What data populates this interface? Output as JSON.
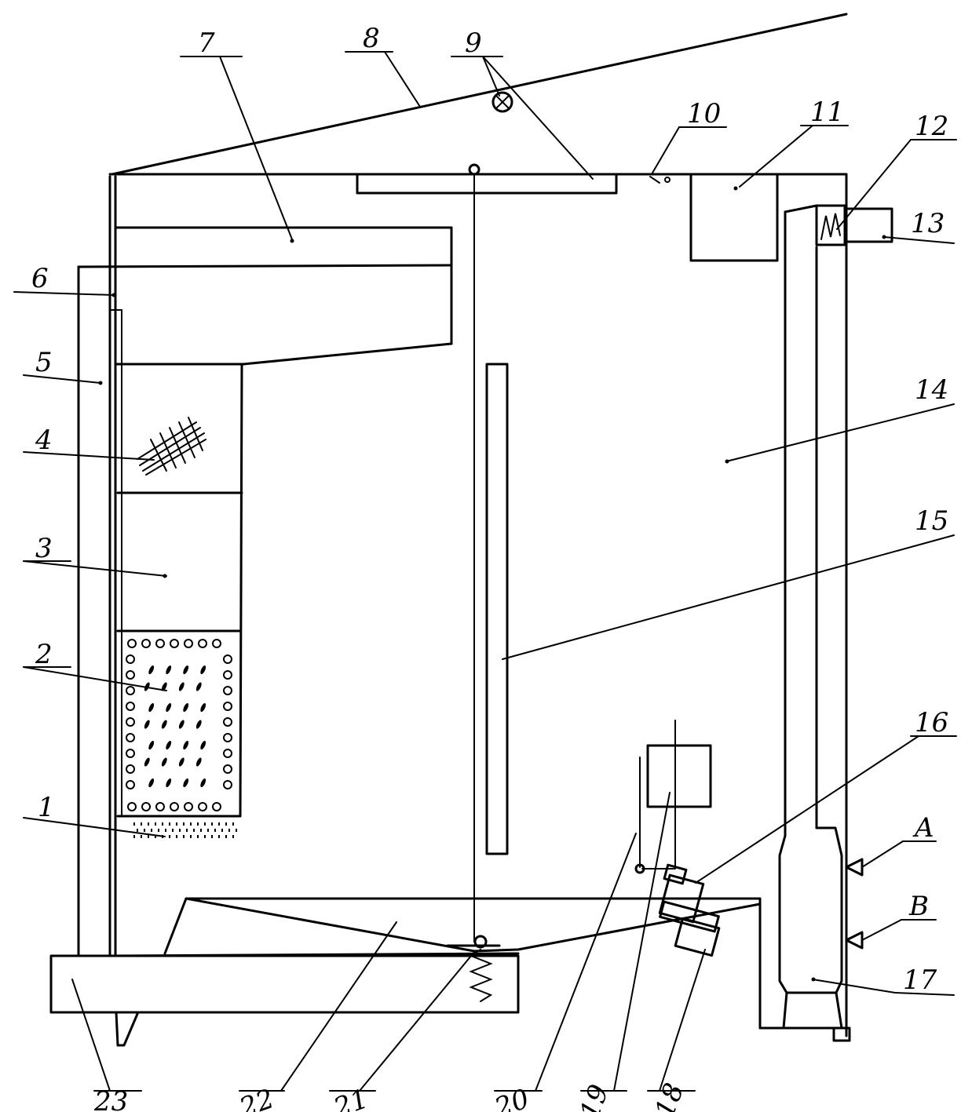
{
  "labels": {
    "l1": "1",
    "l2": "2",
    "l3": "3",
    "l4": "4",
    "l5": "5",
    "l6": "6",
    "l7": "7",
    "l8": "8",
    "l9": "9",
    "l10": "10",
    "l11": "11",
    "l12": "12",
    "l13": "13",
    "l14": "14",
    "l15": "15",
    "l16": "16",
    "l17": "17",
    "l18": "18",
    "l19": "19",
    "l20": "20",
    "l21": "21",
    "l22": "22",
    "l23": "23",
    "lA": "A",
    "lB": "B"
  },
  "colors": {
    "line": "#000000",
    "background": "#ffffff"
  }
}
